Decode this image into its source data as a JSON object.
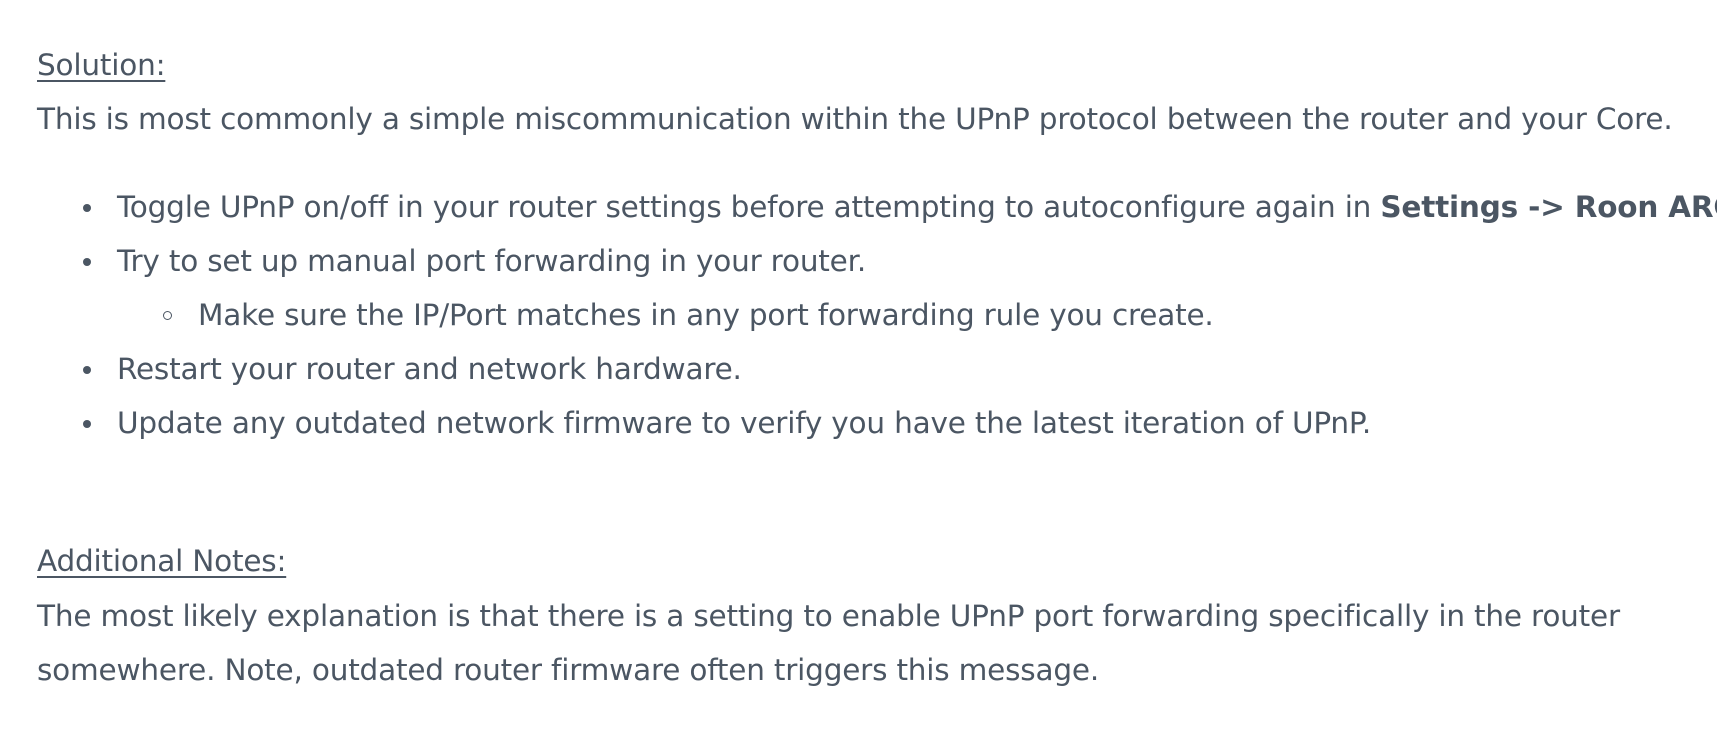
{
  "solution": {
    "heading": "Solution:",
    "intro": "This is most commonly a simple miscommunication within the UPnP protocol between the router and your Core.",
    "steps": [
      {
        "text": "Toggle UPnP on/off in your router settings before attempting to autoconfigure again in ",
        "strong": "Settings -> Roon ARC."
      },
      {
        "text": "Try to set up manual port forwarding in your router.",
        "substeps": [
          "Make sure the IP/Port matches in any port forwarding rule you create."
        ]
      },
      {
        "text": "Restart your router and network hardware."
      },
      {
        "text": "Update any outdated network firmware to verify you have the latest iteration of UPnP."
      }
    ]
  },
  "notes": {
    "heading": "Additional Notes:",
    "line1": "The most likely explanation is that there is a setting to enable UPnP port forwarding specifically in the router",
    "line2": "somewhere. Note, outdated router firmware often triggers this message."
  }
}
